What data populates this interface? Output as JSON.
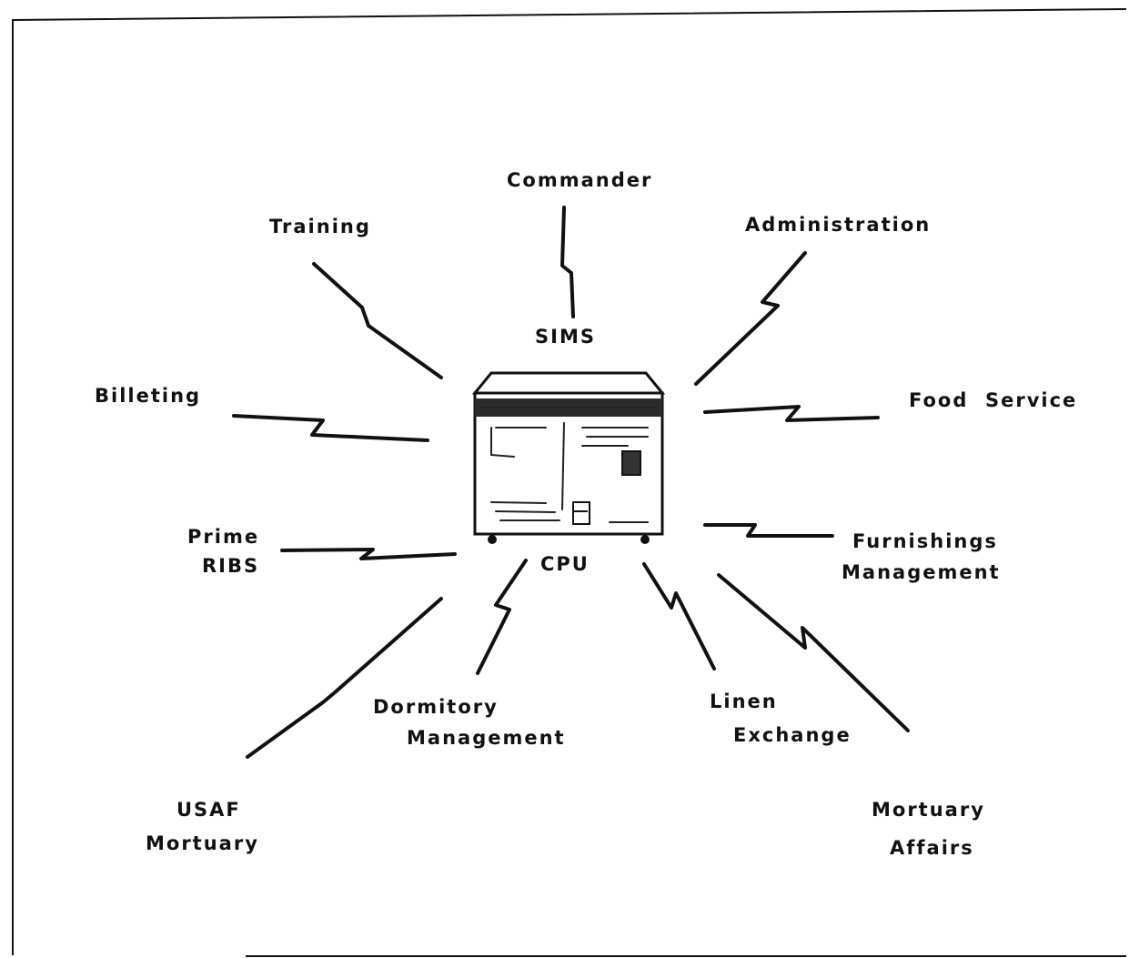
{
  "hub": {
    "top_label": "SIMS",
    "bottom_label": "CPU"
  },
  "nodes": {
    "commander": "Commander",
    "training": "Training",
    "administration": "Administration",
    "billeting": "Billeting",
    "food_service": "Food  Service",
    "prime_ribs": [
      "Prime",
      "RIBS"
    ],
    "furnishings_management": [
      "Furnishings",
      "Management"
    ],
    "usaf_mortuary": [
      "USAF",
      "Mortuary"
    ],
    "dormitory_management": [
      "Dormitory",
      "Management"
    ],
    "linen_exchange": [
      "Linen",
      "Exchange"
    ],
    "mortuary_affairs": [
      "Mortuary",
      "Affairs"
    ]
  },
  "icons": {
    "hub": "computer-cabinet-icon",
    "connector": "lightning-bolt-link-icon"
  }
}
